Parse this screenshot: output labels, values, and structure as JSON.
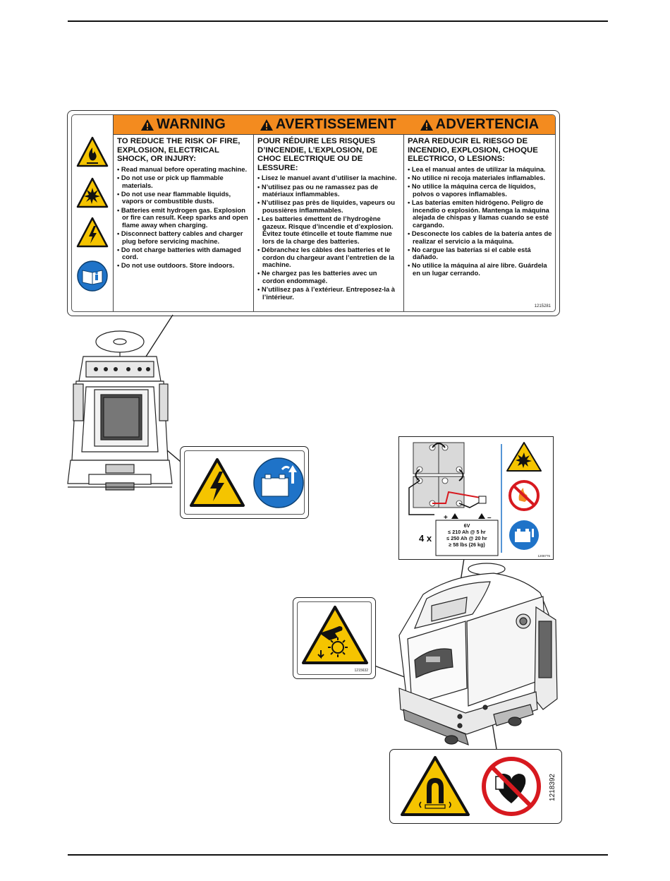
{
  "warning_label": {
    "headers": [
      {
        "text": "WARNING"
      },
      {
        "text": "AVERTISSEMENT"
      },
      {
        "text": "ADVERTENCIA"
      }
    ],
    "columns": [
      {
        "heading": "TO REDUCE THE RISK OF FIRE, EXPLOSION, ELECTRICAL SHOCK, OR INJURY:",
        "items": [
          "Read manual before operating machine.",
          "Do not use or pick up flammable materials.",
          "Do not use near flammable liquids, vapors or combustible dusts.",
          "Batteries emit hydrogen gas. Explosion or fire can result. Keep sparks and open flame away when charging.",
          "Disconnect battery cables and charger plug before servicing machine.",
          "Do not charge batteries with damaged cord.",
          "Do not use outdoors. Store indoors."
        ]
      },
      {
        "heading": "POUR RÉDUIRE LES RISQUES D’INCENDIE, L’EXPLOSION, DE CHOC ELECTRIQUE OU DE LESSURE:",
        "items": [
          "Lisez le manuel avant d’utiliser la machine.",
          "N’utilisez pas ou ne ramassez pas de matériaux inflammables.",
          "N’utilisez pas près de liquides, vapeurs ou poussières inflammables.",
          "Les batteries émettent de l’hydrogène gazeux. Risque d’incendie et d’explosion. Évitez toute étincelle et toute flamme nue lors de la charge des batteries.",
          "Débranchez les câbles des batteries et le cordon du chargeur avant l’entretien de la machine.",
          "Ne chargez pas les batteries avec un cordon endommagé.",
          "N’utilisez pas à l’extérieur. Entreposez-la à l’intérieur."
        ]
      },
      {
        "heading": "PARA REDUCIR EL RIESGO DE INCENDIO, EXPLOSION, CHOQUE ELECTRICO, O LESIONS:",
        "items": [
          "Lea el manual antes de utilizar la máquina.",
          "No utilice ni recoja materiales inflamables.",
          "No utilice la máquina cerca de líquidos, polvos o vapores inflamables.",
          "Las baterías emiten hidrógeno. Peligro de incendio o explosión. Mantenga la máquina alejada de chispas y llamas cuando se esté cargando.",
          "Desconecte los cables de la batería antes de realizar el servicio a la máquina.",
          "No cargue las baterías si el cable está dañado.",
          "No utilice la máquina al aire libre. Guárdela en un lugar cerrando."
        ]
      }
    ],
    "part_number": "1215281",
    "icons": [
      "fire-hazard-icon",
      "explosion-hazard-icon",
      "electrical-hazard-icon",
      "read-manual-icon"
    ],
    "header_color": "#f38b1f"
  },
  "battery_label": {
    "polarity_plus": "+",
    "polarity_minus": "–",
    "quantity": "4 x",
    "spec_lines": [
      "6V",
      "≤ 210 Ah @ 5 hr",
      "≤ 250 Ah @ 20 hr",
      "≥ 58 lbs (26 kg)"
    ],
    "part_number": "1208776"
  },
  "rotating_label": {
    "part_number": "1215632"
  },
  "magnet_label": {
    "part_number": "1218392"
  },
  "colors": {
    "hazard_yellow": "#f5c400",
    "mandatory_blue": "#1f73c8",
    "prohibition_red": "#d7191f"
  }
}
